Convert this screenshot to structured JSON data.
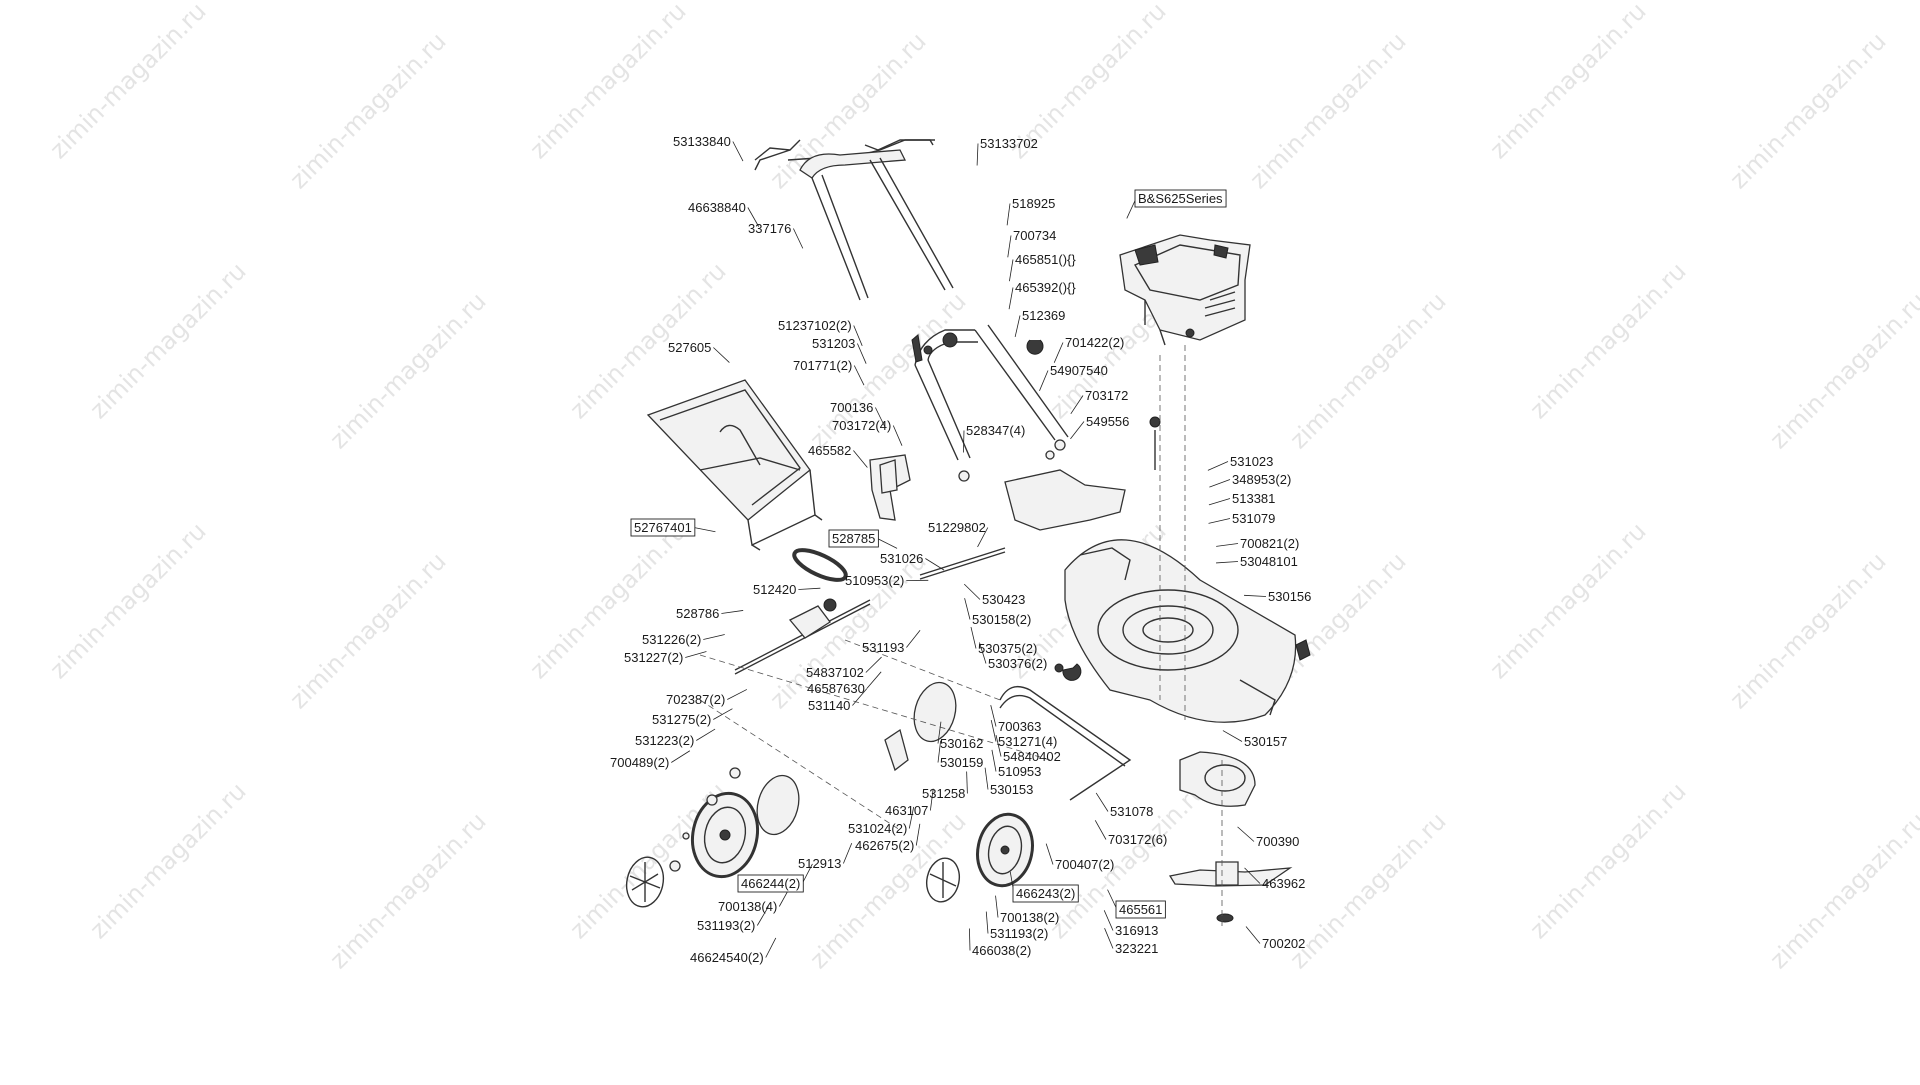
{
  "watermark": "zimin-magazin.ru",
  "engine_label": "B&S625Series",
  "boxed_parts": [
    "B&S625Series",
    "52767401",
    "528785",
    "466244(2)",
    "466243(2)",
    "465561"
  ],
  "labels": [
    "53133840",
    "53133702",
    "46638840",
    "518925",
    "337176",
    "700734",
    "465851(){}",
    "465392(){}",
    "51237102(2)",
    "512369",
    "531203",
    "701422(2)",
    "527605",
    "701771(2)",
    "54907540",
    "703172",
    "700136",
    "703172(4)",
    "549556",
    "528347(4)",
    "465582",
    "531023",
    "348953(2)",
    "513381",
    "52767401",
    "51229802",
    "531079",
    "700821(2)",
    "528785",
    "531026",
    "53048101",
    "510953(2)",
    "512420",
    "530423",
    "530156",
    "528786",
    "530158(2)",
    "531226(2)",
    "531193",
    "530375(2)",
    "531227(2)",
    "530376(2)",
    "54837102",
    "46587630",
    "702387(2)",
    "531140",
    "531275(2)",
    "700363",
    "530162",
    "531271(4)",
    "531223(2)",
    "54840402",
    "530157",
    "700489(2)",
    "530159",
    "510953",
    "531258",
    "530153",
    "463107",
    "531078",
    "531024(2)",
    "462675(2)",
    "703172(6)",
    "700390",
    "512913",
    "700407(2)",
    "466244(2)",
    "463962",
    "700138(4)",
    "466243(2)",
    "465561",
    "700138(2)",
    "531193(2)",
    "531193(2)",
    "316913",
    "700202",
    "466038(2)",
    "46624540(2)",
    "323221"
  ]
}
